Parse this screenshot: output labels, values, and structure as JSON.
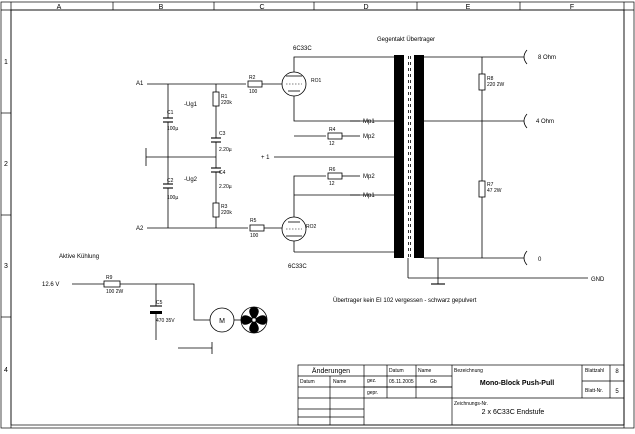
{
  "grid": {
    "columns": [
      "A",
      "B",
      "C",
      "D",
      "E",
      "F"
    ],
    "rows": [
      "1",
      "2",
      "3",
      "4"
    ]
  },
  "labels": {
    "tube_top": "6C33C",
    "tube_bottom": "6C33C",
    "transformer": "Gegentakt Übertrager",
    "out_8": "8 Ohm",
    "out_4": "4 Ohm",
    "out_0": "0",
    "gnd": "GND",
    "a1": "A1",
    "a2": "A2",
    "ug1": "-Ug1",
    "ug2": "-Ug2",
    "plus1": "+ 1",
    "mp1_top": "Mp1",
    "mp2_top": "Mp2",
    "mp2_bot": "Mp2",
    "mp1_bot": "Mp1",
    "cooling": "Aktive Kühlung",
    "v12": "12.6 V",
    "motor": "M",
    "note": "Übertrager kein EI 102 vergessen - schwarz gepulvert"
  },
  "parts": {
    "r2": "R2",
    "r2v": "100",
    "ro1": "RO1",
    "c1": "C1",
    "c1v": "100µ",
    "r1": "R1",
    "r1v": "220k",
    "c3": "C3",
    "c3v": "2.20µ",
    "r4": "R4",
    "r4v": "12",
    "c4": "C4",
    "c4v": "2.20µ",
    "c2": "C2",
    "c2v": "100µ",
    "r3": "R3",
    "r3v": "220k",
    "r5": "R5",
    "r5v": "100",
    "ro2": "RO2",
    "r6": "R6",
    "r6v": "12",
    "r8": "R8",
    "r8v": "220 2W",
    "r7": "R7",
    "r7v": "47 2W",
    "r9": "R9",
    "r9v": "100 2W",
    "c5": "C5",
    "c5v": "470 35V"
  },
  "titleblock": {
    "aenderungen": "Änderungen",
    "datum_h": "Datum",
    "name_h": "Name",
    "bezeichnung_h": "Bezeichnung",
    "blattzahl_h": "Blattzahl",
    "blattzahl_v": "8",
    "datum_sub": "Datum",
    "name_sub": "Name",
    "gez": "gez.",
    "date_v": "05.11.2005",
    "name_v": "Gb",
    "title": "Mono-Block Push-Pull",
    "blatt_h": "Blatt-Nr.",
    "blatt_v": "5",
    "gepr": "gepr.",
    "zeichnung_h": "Zeichnungs-Nr.",
    "subtitle": "2 x 6C33C Endstufe"
  }
}
